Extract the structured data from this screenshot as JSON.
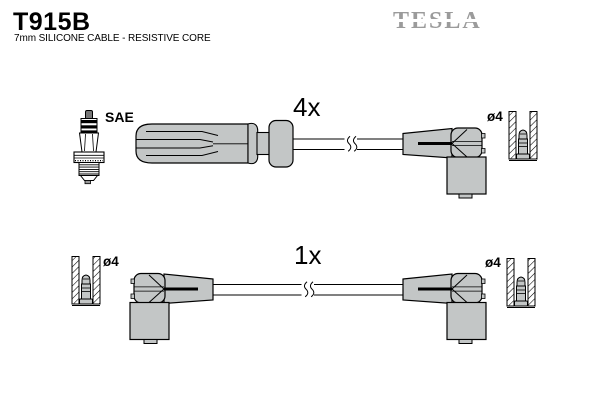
{
  "header": {
    "part_number": "T915B",
    "description": "7mm SILICONE CABLE - RESISTIVE CORE",
    "brand": "TESLA"
  },
  "rows": [
    {
      "quantity": "4x",
      "left_end": {
        "plug_standard": "SAE"
      },
      "right_end": {
        "terminal": "ø4"
      }
    },
    {
      "quantity": "1x",
      "left_end": {
        "terminal": "ø4"
      },
      "right_end": {
        "terminal": "ø4"
      }
    }
  ],
  "icons": {
    "spark_plug": "spark-plug-icon",
    "terminal_socket": "terminal-socket-icon",
    "straight_boot": "straight-boot-icon",
    "angled_boot": "angled-boot-icon",
    "cable_break": "cable-break-icon"
  },
  "colors": {
    "background": "#ffffff",
    "outline": "#000000",
    "boot_fill": "#c3c6c6",
    "logo_gray": "#9b9b9b",
    "text": "#000000"
  }
}
